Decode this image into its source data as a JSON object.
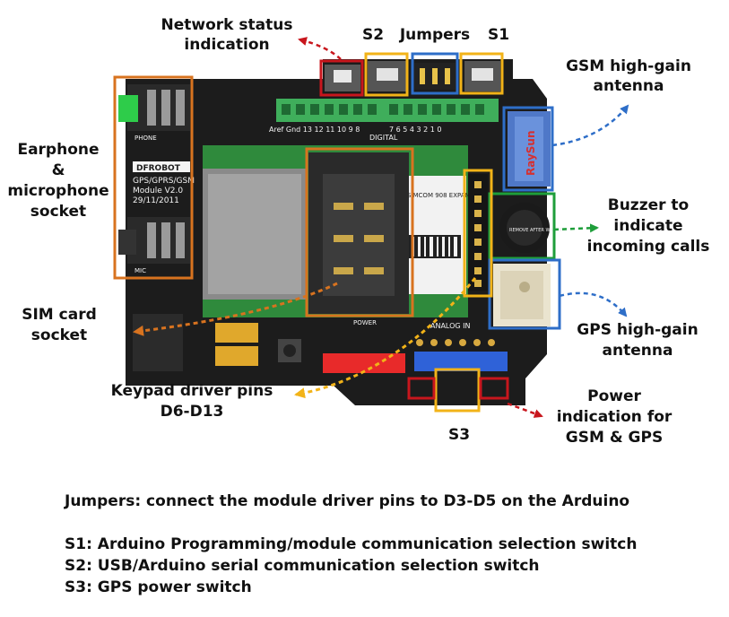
{
  "labels": {
    "network_status": [
      "Network status",
      "indication"
    ],
    "s2": "S2",
    "jumpers": "Jumpers",
    "s1": "S1",
    "gsm_antenna": [
      "GSM high-gain",
      "antenna"
    ],
    "earphone": [
      "Earphone",
      "&",
      "microphone",
      "socket"
    ],
    "buzzer": [
      "Buzzer to",
      "indicate",
      "incoming calls"
    ],
    "sim_socket": [
      "SIM card",
      "socket"
    ],
    "gps_antenna": [
      "GPS high-gain",
      "antenna"
    ],
    "keypad": [
      "Keypad driver pins",
      "D6-D13"
    ],
    "power_indication": [
      "Power",
      "indication for",
      "GSM & GPS"
    ],
    "s3": "S3"
  },
  "notes": {
    "jumpers": "Jumpers: connect the module driver pins to D3-D5 on the Arduino",
    "s1": "S1: Arduino Programming/module communication selection switch",
    "s2": "S2: USB/Arduino serial communication selection switch",
    "s3": "S3: GPS power switch"
  },
  "board_text": {
    "brand": "DFROBOT",
    "module_name": "GPS/GPRS/GSM",
    "module_version": "Module V2.0",
    "date": "29/11/2011",
    "phone": "PHONE",
    "mic": "MIC",
    "digital": "DIGITAL",
    "analog_in": "ANALOG IN",
    "power": "POWER",
    "antenna_brand": "RaySun",
    "buzzer_sticker": "REMOVE AFTER WASHING",
    "chip_text": "SIMCOM 908 EXPANSION"
  },
  "colors": {
    "callout_orange": "#d8731f",
    "callout_yellow": "#f2b318",
    "callout_blue": "#2e6ec8",
    "callout_green": "#1e9e3a",
    "callout_red": "#c8161d",
    "board": "#1c1c1c",
    "module_pcb": "#2f8a3c",
    "header_green": "#3fae5b"
  }
}
